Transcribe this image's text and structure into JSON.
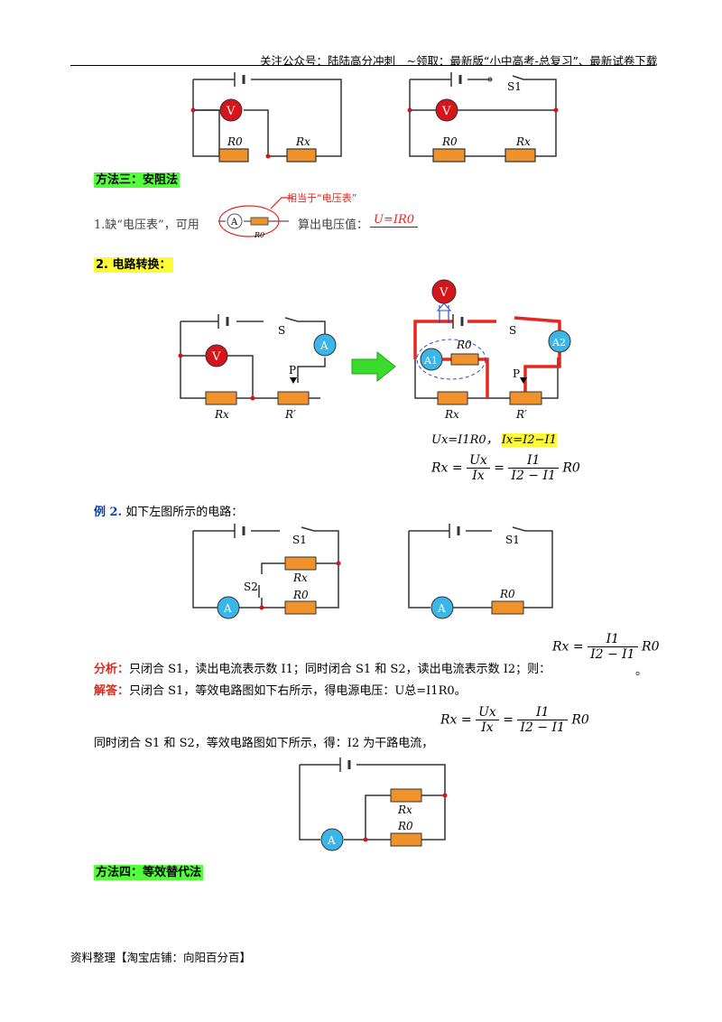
{
  "header": {
    "text": "关注公众号：陆陆高分冲刺　~领取：最新版“小中高考-总复习”、最新试卷下载"
  },
  "top_circuits": {
    "left": {
      "voltmeter": "V",
      "r0": "R0",
      "rx": "Rx"
    },
    "right": {
      "voltmeter": "V",
      "switch": "S1",
      "r0": "R0",
      "rx": "Rx"
    }
  },
  "method3": {
    "title": "方法三：安阻法",
    "line1_prefix": "1.缺“电压表”，可用",
    "line1_suffix": "算出电压值：",
    "line1_formula": "U=IR0",
    "callout": "相当于“电压表”",
    "ammeter": "A",
    "resistor": "R0"
  },
  "circuit_conversion": {
    "title": "2. 电路转换：",
    "left": {
      "switch": "S",
      "ammeter": "A",
      "voltmeter": "V",
      "rx": "Rx",
      "rheostat": "R′",
      "slider": "P"
    },
    "right": {
      "switch": "S",
      "ammeter1": "A1",
      "ammeter2": "A2",
      "voltmeter": "V",
      "r0": "R0",
      "rx": "Rx",
      "rheostat": "R′",
      "slider": "P"
    },
    "eq1_a": "Ux=I1R0，",
    "eq1_b": "Ix=I2−I1",
    "eq2_lhs": "Rx",
    "eq2_num1": "Ux",
    "eq2_den1": "Ix",
    "eq2_num2": "I1",
    "eq2_den2": "I2 − I1",
    "eq2_tail": "R0"
  },
  "example2": {
    "label": "例 2.",
    "text": "如下左图所示的电路：",
    "left": {
      "switch1": "S1",
      "switch2": "S2",
      "ammeter": "A",
      "rx": "Rx",
      "r0": "R0"
    },
    "right": {
      "switch1": "S1",
      "ammeter": "A",
      "r0": "R0"
    }
  },
  "analysis": {
    "label": "分析：",
    "text": "只闭合 S1，读出电流表示数 I1；同时闭合 S1 和 S2，读出电流表示数 I2；则：",
    "formula_lhs": "Rx",
    "formula_num": "I1",
    "formula_den": "I2 − I1",
    "formula_tail": "R0",
    "end": "。"
  },
  "answer": {
    "label": "解答：",
    "text": "只闭合 S1，等效电路图如下右所示，得电源电压：U总=I1R0。",
    "text2": "同时闭合 S1 和 S2，等效电路图如下所示，得：I2 为干路电流，",
    "f_lhs": "Rx",
    "f_num1": "Ux",
    "f_den1": "Ix",
    "f_num2": "I1",
    "f_den2": "I2 − I1",
    "f_tail": "R0"
  },
  "bottom_circuit": {
    "ammeter": "A",
    "rx": "Rx",
    "r0": "R0"
  },
  "method4": {
    "title": "方法四：等效替代法"
  },
  "footer": {
    "text": "资料整理【淘宝店铺：向阳百分百】"
  }
}
